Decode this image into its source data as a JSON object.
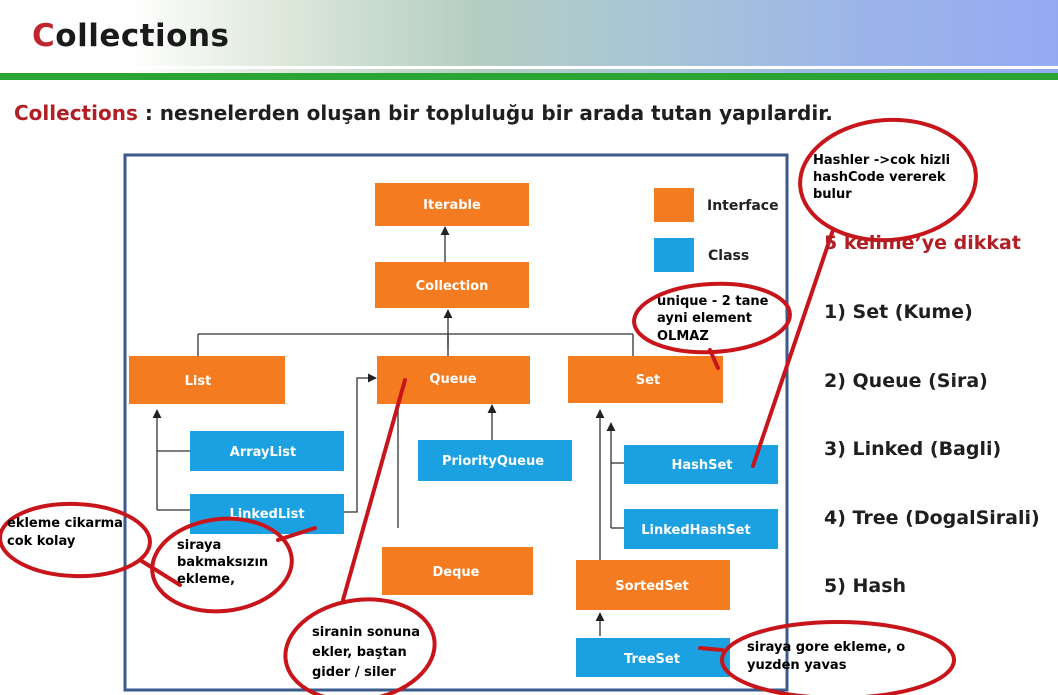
{
  "header": {
    "title_first_letter": "C",
    "title_rest": "ollections"
  },
  "subtitle": {
    "term": "Collections",
    "definition": " : nesnelerden oluşan bir topluluğu bir arada tutan yapılardir."
  },
  "legend": {
    "interface_label": "Interface",
    "class_label": "Class",
    "interface_color": "#f47b20",
    "class_color": "#1ba1e2"
  },
  "nodes": {
    "iterable": "Iterable",
    "collection": "Collection",
    "list": "List",
    "queue": "Queue",
    "set": "Set",
    "arraylist": "ArrayList",
    "linkedlist": "LinkedList",
    "priorityqueue": "PriorityQueue",
    "deque": "Deque",
    "hashset": "HashSet",
    "linkedhashset": "LinkedHashSet",
    "sortedset": "SortedSet",
    "treeset": "TreeSet"
  },
  "notes": {
    "hash": [
      "Hashler ->cok hizli",
      "hashCode vererek",
      "bulur"
    ],
    "unique": [
      "unique - 2 tane",
      "ayni element",
      "OLMAZ"
    ],
    "ekleme": [
      "ekleme cikarma",
      "cok kolay"
    ],
    "siraya": [
      "siraya",
      "bakmaksızın",
      "ekleme,"
    ],
    "siranin": [
      "siranin sonuna",
      "ekler, baştan",
      "gider / siler"
    ],
    "tree": [
      "siraya gore ekleme, o",
      "yuzden yavas"
    ]
  },
  "keywords": {
    "heading": "5 kelime’ye dikkat",
    "items": [
      "1) Set (Kume)",
      "2) Queue (Sira)",
      "3) Linked (Bagli)",
      "4) Tree (DogalSirali)",
      "5) Hash"
    ]
  },
  "colors": {
    "frame": "#3a5a8c",
    "annotation_red": "#c8151b",
    "header_green": "#2aa534"
  }
}
